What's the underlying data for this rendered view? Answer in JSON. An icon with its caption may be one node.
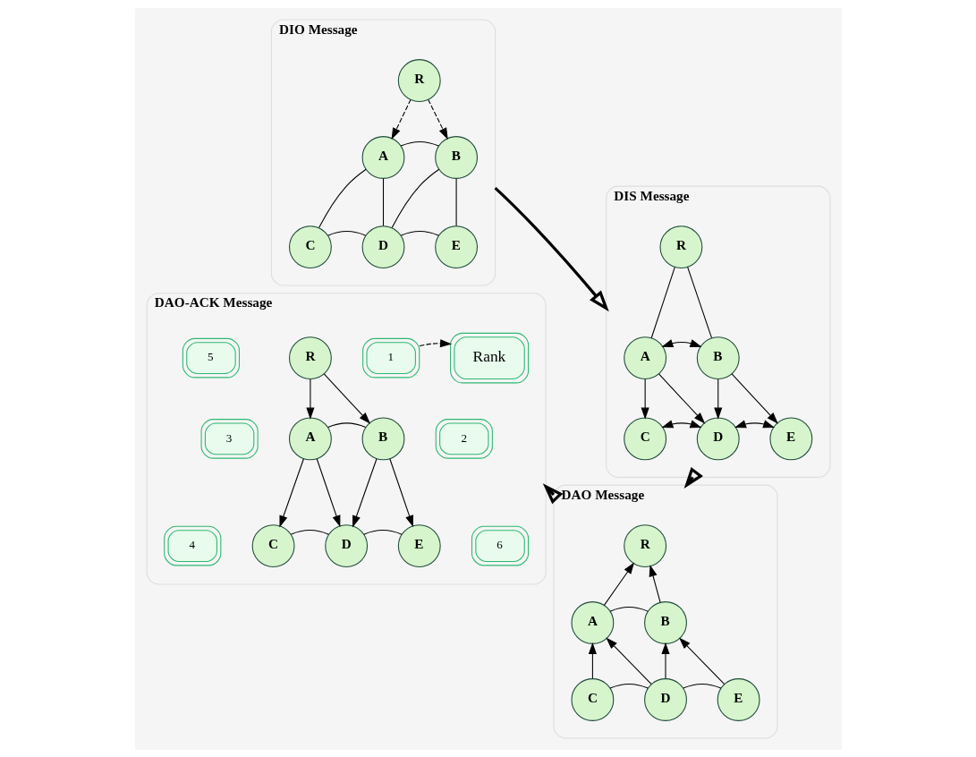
{
  "diagram": {
    "nodes": [
      {
        "text": [
          "DIO Message"
        ]
      },
      {
        "text": [
          "R"
        ],
        "in": 0
      },
      {
        "text": [
          "A"
        ],
        "in": 0
      },
      {
        "text": [
          "B"
        ],
        "in": 0
      },
      {
        "text": [
          "C"
        ],
        "in": 0
      },
      {
        "text": [
          "D"
        ],
        "in": 0
      },
      {
        "text": [
          "E"
        ],
        "in": 0
      },
      {
        "text": [
          "DIS Message"
        ]
      },
      {
        "text": [
          "R"
        ],
        "in": 7
      },
      {
        "text": [
          "A"
        ],
        "in": 7
      },
      {
        "text": [
          "B"
        ],
        "in": 7
      },
      {
        "text": [
          "C"
        ],
        "in": 7
      },
      {
        "text": [
          "D"
        ],
        "in": 7
      },
      {
        "text": [
          "E"
        ],
        "in": 7
      },
      {
        "text": [
          "DAO Message"
        ]
      },
      {
        "text": [
          "R"
        ],
        "in": 14
      },
      {
        "text": [
          "A"
        ],
        "in": 14
      },
      {
        "text": [
          "B"
        ],
        "in": 14
      },
      {
        "text": [
          "C"
        ],
        "in": 14
      },
      {
        "text": [
          "D"
        ],
        "in": 14
      },
      {
        "text": [
          "E"
        ],
        "in": 14
      },
      {
        "text": [
          "DAO-ACK Message"
        ]
      },
      {
        "text": [
          "R"
        ],
        "in": 21
      },
      {
        "text": [
          "A"
        ],
        "in": 21
      },
      {
        "text": [
          "B"
        ],
        "in": 21
      },
      {
        "text": [
          "C"
        ],
        "in": 21
      },
      {
        "text": [
          "D"
        ],
        "in": 21
      },
      {
        "text": [
          "E"
        ],
        "in": 21
      },
      {
        "text": [
          "1"
        ],
        "in": 21
      },
      {
        "text": [
          "2"
        ],
        "in": 21
      },
      {
        "text": [
          "3"
        ],
        "in": 21
      },
      {
        "text": [
          "4"
        ],
        "in": 21
      },
      {
        "text": [
          "5"
        ],
        "in": 21
      },
      {
        "text": [
          "6"
        ],
        "in": 21
      },
      {
        "text": [
          "Rank"
        ],
        "in": 21
      }
    ],
    "edges": [
      {
        "from": 1,
        "to": 2,
        "arrow": "to",
        "style": "dashed"
      },
      {
        "from": 1,
        "to": 3,
        "arrow": "to",
        "style": "dashed"
      },
      {
        "from": 2,
        "to": 3,
        "arrow": "none"
      },
      {
        "from": 2,
        "to": 4,
        "arrow": "none"
      },
      {
        "from": 2,
        "to": 5,
        "arrow": "none"
      },
      {
        "from": 3,
        "to": 5,
        "arrow": "none"
      },
      {
        "from": 3,
        "to": 6,
        "arrow": "none"
      },
      {
        "from": 4,
        "to": 5,
        "arrow": "none"
      },
      {
        "from": 5,
        "to": 6,
        "arrow": "none"
      },
      {
        "from": 8,
        "to": 9,
        "arrow": "none"
      },
      {
        "from": 8,
        "to": 10,
        "arrow": "none"
      },
      {
        "from": 9,
        "to": 10,
        "arrow": "both"
      },
      {
        "from": 9,
        "to": 11,
        "arrow": "to"
      },
      {
        "from": 9,
        "to": 12,
        "arrow": "to"
      },
      {
        "from": 10,
        "to": 12,
        "arrow": "to"
      },
      {
        "from": 10,
        "to": 13,
        "arrow": "to"
      },
      {
        "from": 11,
        "to": 12,
        "arrow": "both"
      },
      {
        "from": 12,
        "to": 13,
        "arrow": "both"
      },
      {
        "from": 16,
        "to": 15,
        "arrow": "to"
      },
      {
        "from": 17,
        "to": 15,
        "arrow": "to"
      },
      {
        "from": 16,
        "to": 17,
        "arrow": "none"
      },
      {
        "from": 18,
        "to": 16,
        "arrow": "to"
      },
      {
        "from": 19,
        "to": 16,
        "arrow": "to"
      },
      {
        "from": 19,
        "to": 17,
        "arrow": "to"
      },
      {
        "from": 20,
        "to": 17,
        "arrow": "to"
      },
      {
        "from": 18,
        "to": 19,
        "arrow": "none"
      },
      {
        "from": 19,
        "to": 20,
        "arrow": "none"
      },
      {
        "from": 22,
        "to": 23,
        "arrow": "to"
      },
      {
        "from": 22,
        "to": 24,
        "arrow": "to"
      },
      {
        "from": 23,
        "to": 24,
        "arrow": "none"
      },
      {
        "from": 23,
        "to": 25,
        "arrow": "to"
      },
      {
        "from": 23,
        "to": 26,
        "arrow": "to"
      },
      {
        "from": 24,
        "to": 26,
        "arrow": "to"
      },
      {
        "from": 24,
        "to": 27,
        "arrow": "to"
      },
      {
        "from": 25,
        "to": 26,
        "arrow": "none"
      },
      {
        "from": 26,
        "to": 27,
        "arrow": "none"
      },
      {
        "from": 28,
        "to": 34,
        "arrow": "to",
        "style": "dashed"
      },
      {
        "from": 0,
        "to": 7,
        "arrow": "to",
        "style": "thick"
      },
      {
        "from": 7,
        "to": 14,
        "arrow": "to",
        "style": "thick"
      },
      {
        "from": 14,
        "to": 21,
        "arrow": "to",
        "style": "thick"
      }
    ]
  }
}
